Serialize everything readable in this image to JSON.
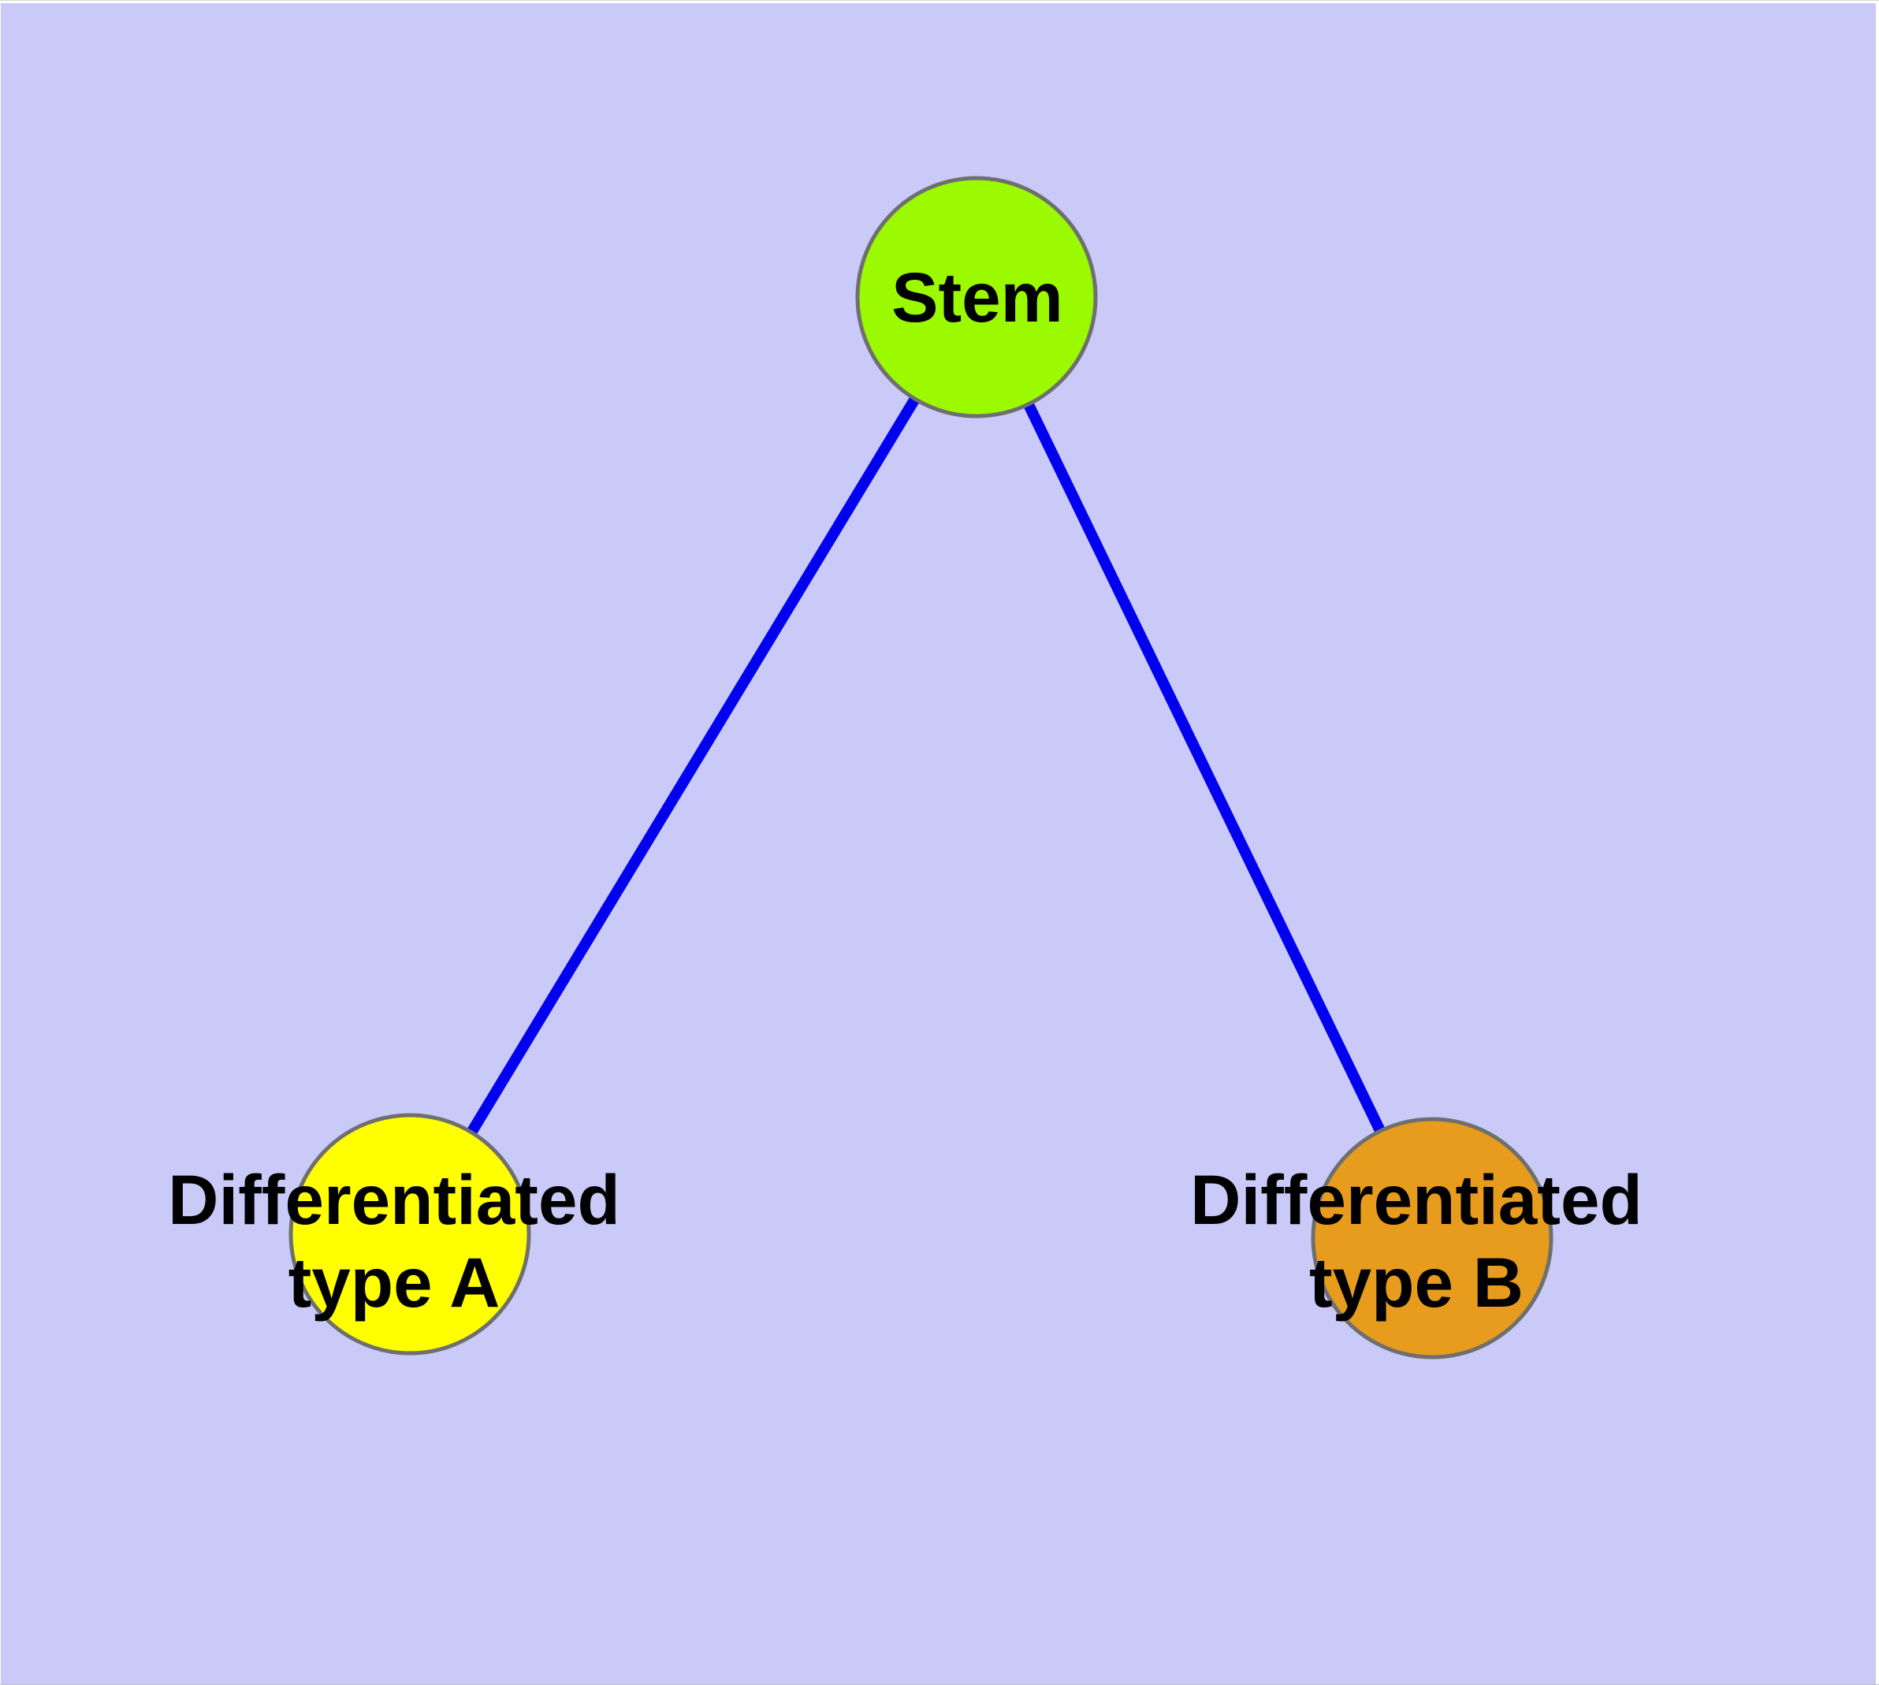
{
  "figure": {
    "background": "#CACAF8",
    "edge_color": "#0101EF",
    "node_border_color": "#6F6F6F",
    "label_color": "#000000"
  },
  "nodes": [
    {
      "id": "stem",
      "label": "Stem",
      "color": "#9BF900"
    },
    {
      "id": "type-a",
      "label": "Differentiated\ntype A",
      "color": "#FFFF00"
    },
    {
      "id": "type-b",
      "label": "Differentiated\ntype B",
      "color": "#E89C1E"
    }
  ],
  "edges": [
    {
      "from": "stem",
      "to": "type-a"
    },
    {
      "from": "stem",
      "to": "type-b"
    }
  ]
}
